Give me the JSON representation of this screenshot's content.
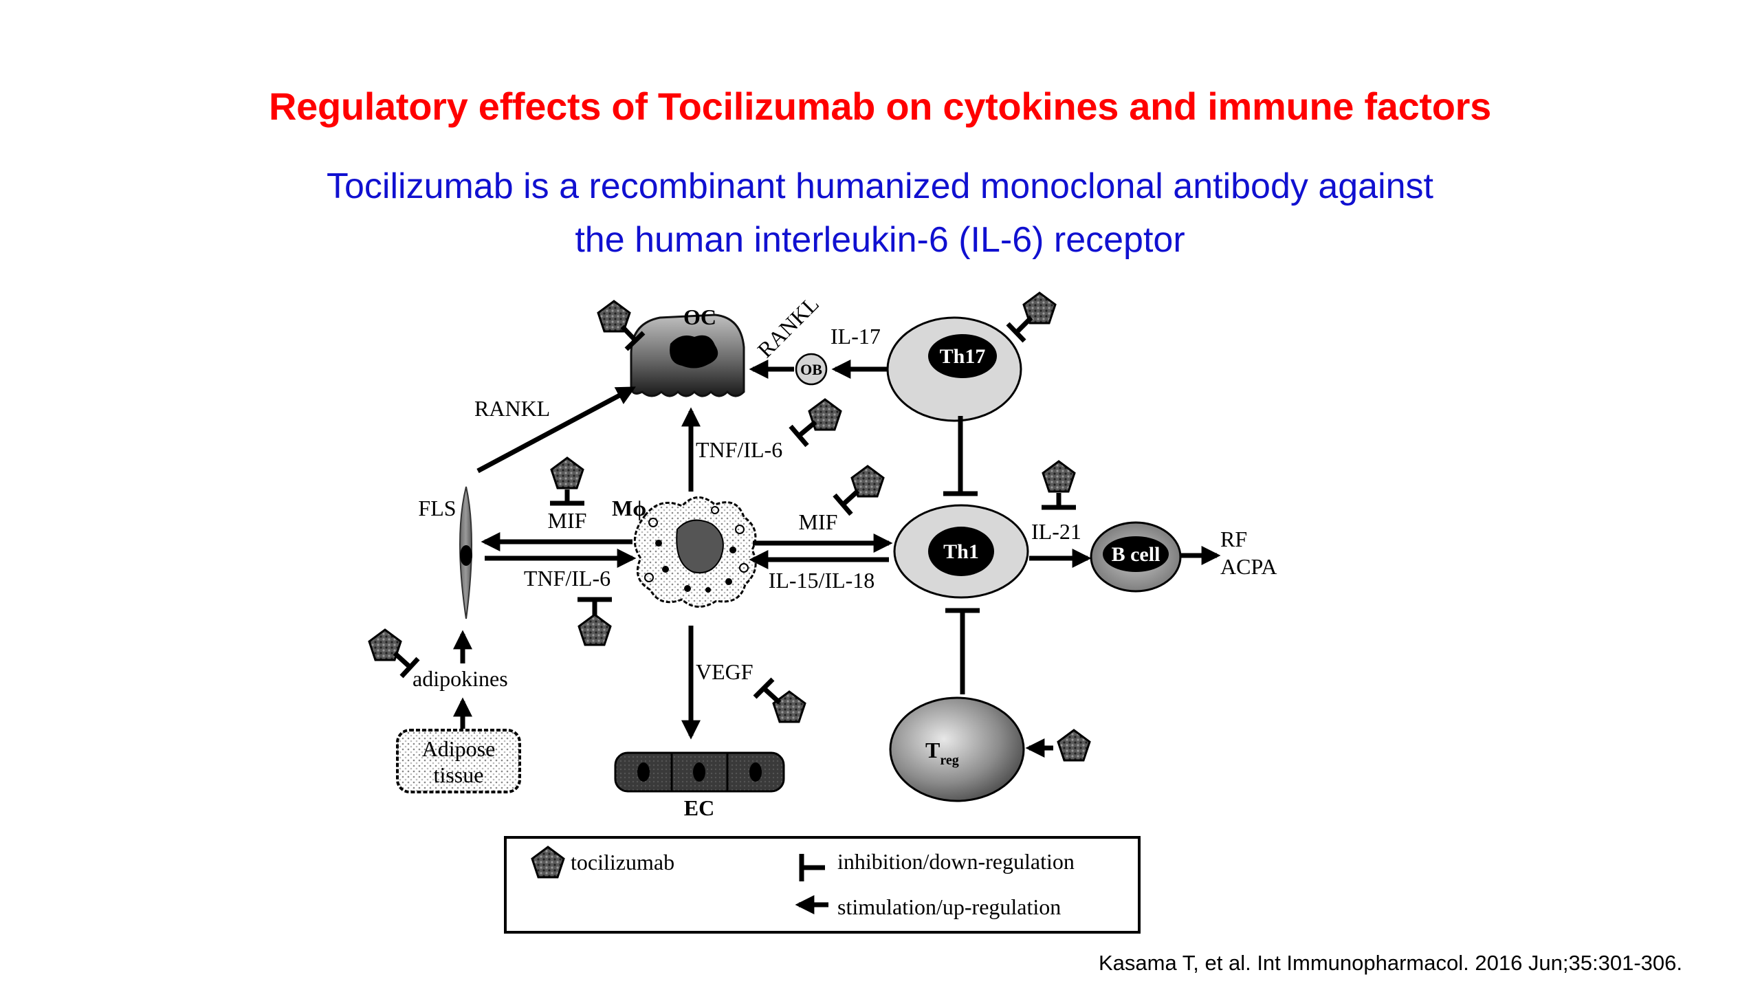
{
  "slide": {
    "title": "Regulatory effects of Tocilizumab on cytokines and immune factors",
    "subtitle_line1": "Tocilizumab is a recombinant humanized monoclonal antibody against",
    "subtitle_line2": "the human interleukin-6 (IL-6) receptor",
    "citation": "Kasama T, et al. Int Immunopharmacol. 2016 Jun;35:301-306."
  },
  "diagram": {
    "nodes": {
      "oc": "OC",
      "ob": "OB",
      "th17": "Th17",
      "fls": "FLS",
      "macrophage": "Mϕ",
      "th1": "Th1",
      "bcell": "B cell",
      "treg_main": "T",
      "treg_sub": "reg",
      "adipose_line1": "Adipose",
      "adipose_line2": "tissue",
      "ec": "EC"
    },
    "labels": {
      "rankl_ob": "RANKL",
      "il17": "IL-17",
      "rankl_fls": "RANKL",
      "tnf_il6_up": "TNF/IL-6",
      "mif_left": "MIF",
      "tnf_il6_left": "TNF/IL-6",
      "mif_right": "MIF",
      "il15_il18": "IL-15/IL-18",
      "il21": "IL-21",
      "rf": "RF",
      "acpa": "ACPA",
      "vegf": "VEGF",
      "adipokines": "adipokines"
    },
    "legend": {
      "tocilizumab": "tocilizumab",
      "inhibition": "inhibition/down-regulation",
      "stimulation": "stimulation/up-regulation"
    }
  }
}
